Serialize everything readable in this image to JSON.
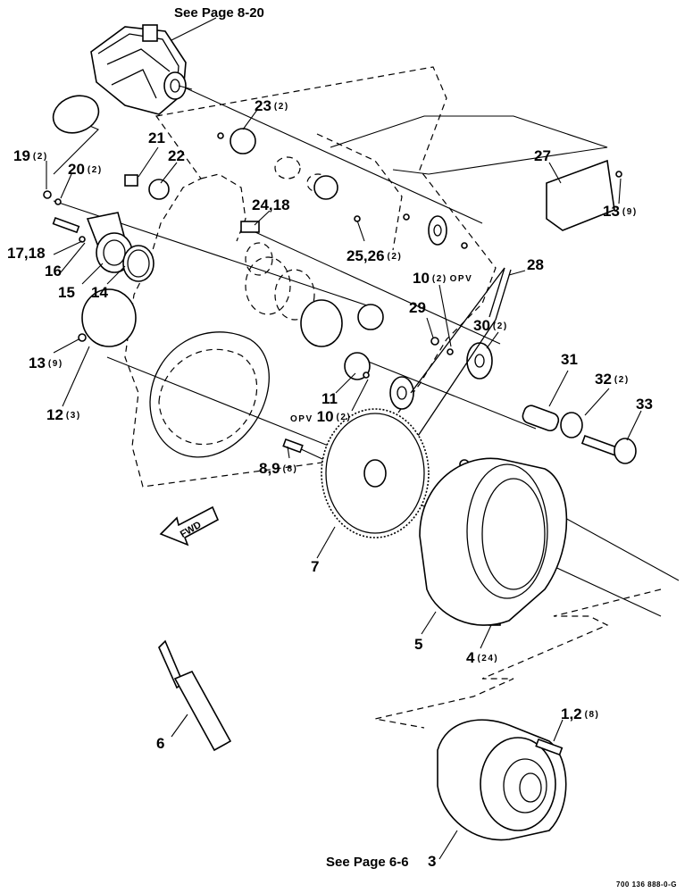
{
  "fwd": "FWD",
  "refs": {
    "top": "See Page 8-20",
    "bottom": "See Page 6-6"
  },
  "code": "700 136 888-0-G",
  "labels": {
    "l23": {
      "n": "23",
      "q": "(2)"
    },
    "l19": {
      "n": "19",
      "q": "(2)"
    },
    "l20": {
      "n": "20",
      "q": "(2)"
    },
    "l21": "21",
    "l22": "22",
    "l24_18": "24,18",
    "l25_26": {
      "n": "25,26",
      "q": "(2)"
    },
    "l27": "27",
    "l13r": {
      "n": "13",
      "q": "(9)"
    },
    "l17_18": "17,18",
    "l16": "16",
    "l15": "15",
    "l14": "14",
    "l28": "28",
    "l10t": {
      "n": "10",
      "q": "(2)",
      "opv": "OPV"
    },
    "l29": "29",
    "l30": {
      "n": "30",
      "q": "(2)"
    },
    "l13l": {
      "n": "13",
      "q": "(9)"
    },
    "l12": {
      "n": "12",
      "q": "(3)"
    },
    "l31": "31",
    "l32": {
      "n": "32",
      "q": "(2)"
    },
    "l33": "33",
    "l11": "11",
    "l10b": {
      "opv": "OPV",
      "n": "10",
      "q": "(2)"
    },
    "l8_9": {
      "n": "8,9",
      "q": "(8)"
    },
    "l7": "7",
    "l5": "5",
    "l4": {
      "n": "4",
      "q": "(24)"
    },
    "l6": "6",
    "l1_2": {
      "n": "1,2",
      "q": "(8)"
    },
    "l3": "3"
  }
}
